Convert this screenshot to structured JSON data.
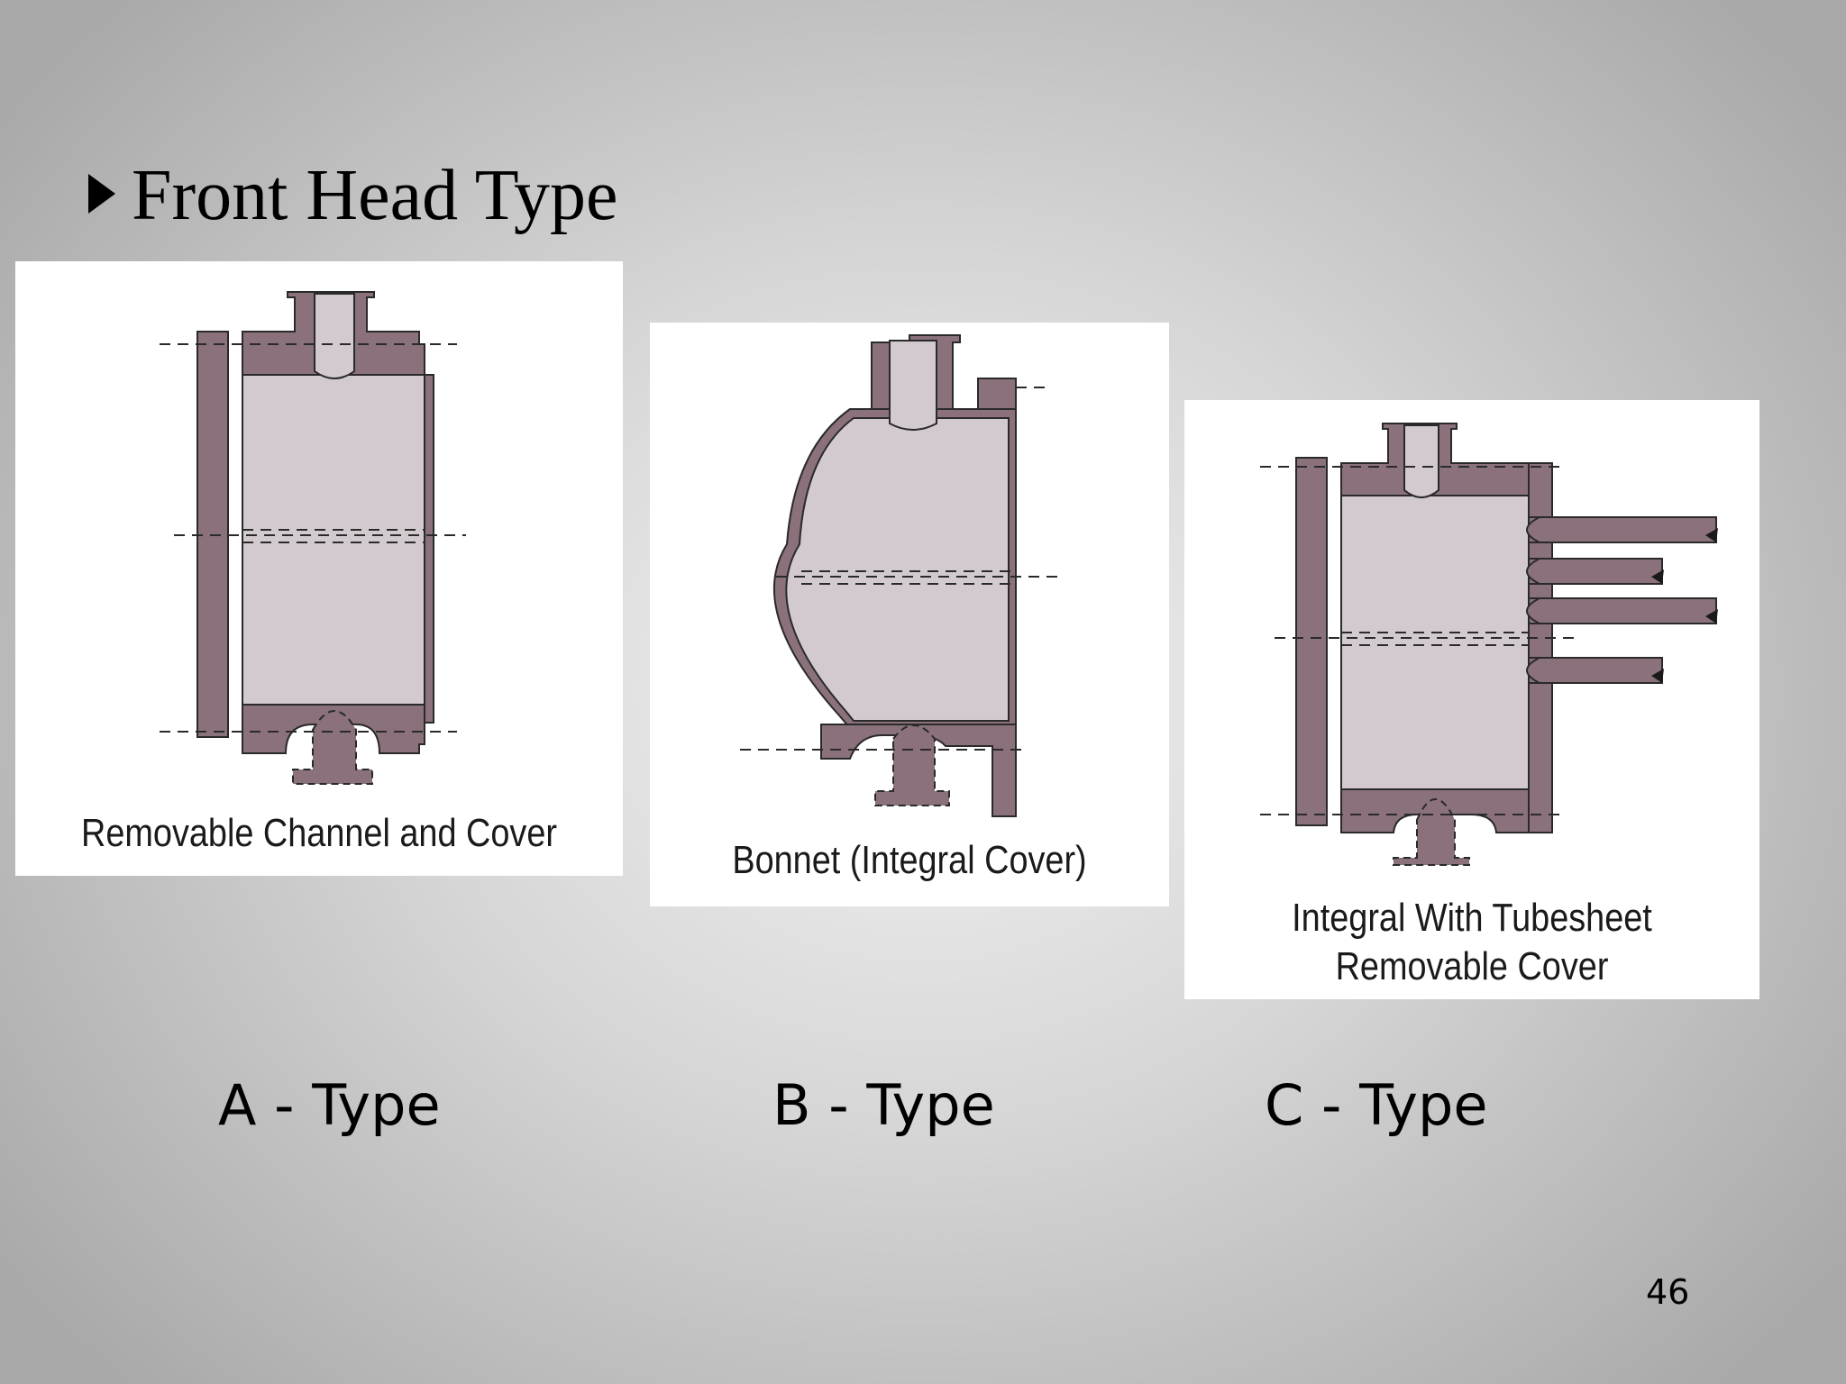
{
  "slide": {
    "title": "Front Head Type",
    "page_number": "46"
  },
  "panels": [
    {
      "id": "a",
      "caption": "Removable Channel and Cover",
      "type_label": "A - Type"
    },
    {
      "id": "b",
      "caption": "Bonnet (Integral Cover)",
      "type_label": "B - Type"
    },
    {
      "id": "c",
      "caption_line1": "Integral With Tubesheet",
      "caption_line2": "Removable Cover",
      "type_label": "C - Type"
    }
  ],
  "colors": {
    "metal": "#8a717c",
    "fluid": "#d2cacf",
    "outline": "#2a2a2a",
    "panel": "#ffffff"
  }
}
